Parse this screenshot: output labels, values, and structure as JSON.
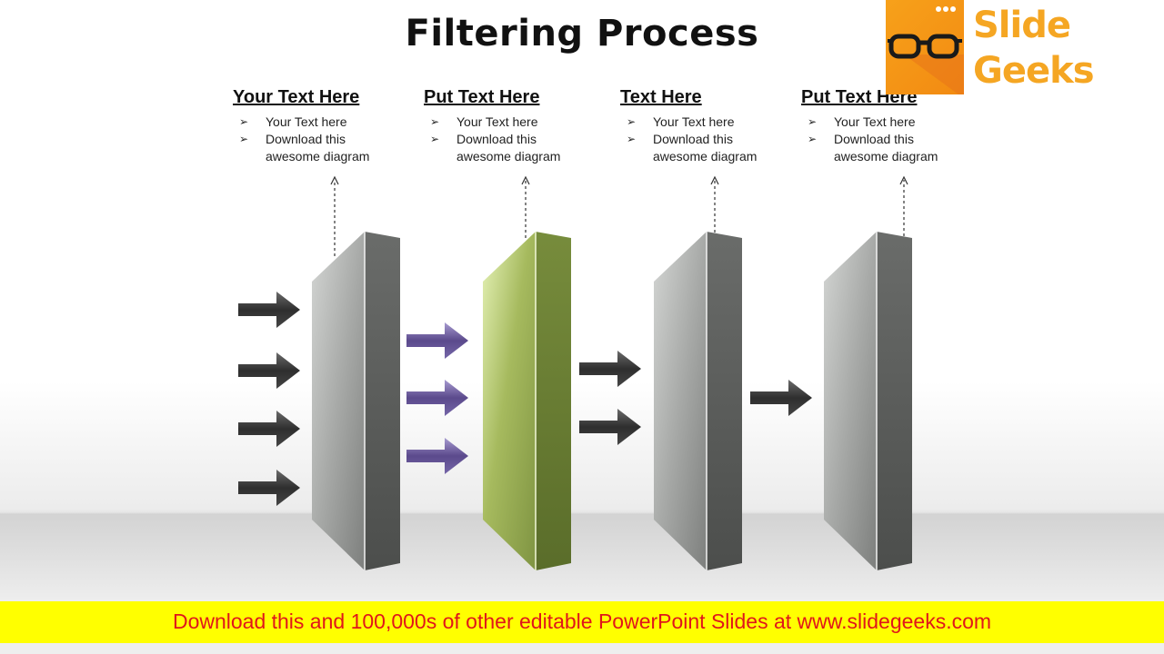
{
  "title": "Filtering Process",
  "columns": [
    {
      "heading": "Your Text Here",
      "bullet1": "Your Text here",
      "bullet2_line1": "Download this",
      "bullet2_line2": "awesome diagram"
    },
    {
      "heading": "Put Text Here",
      "bullet1": "Your Text here",
      "bullet2_line1": "Download this",
      "bullet2_line2": "awesome diagram"
    },
    {
      "heading": "Text Here",
      "bullet1": "Your Text here",
      "bullet2_line1": "Download this",
      "bullet2_line2": "awesome diagram"
    },
    {
      "heading": "Put Text Here",
      "bullet1": "Your Text here",
      "bullet2_line1": "Download this",
      "bullet2_line2": "awesome diagram"
    }
  ],
  "bullet_glyph": "➢",
  "logo": {
    "line1": "Slide",
    "line2": "Geeks",
    "brand_color": "#f5a623",
    "icon": "glasses-icon"
  },
  "banner_text": "Download this and 100,000s of other editable PowerPoint Slides at www.slidegeeks.com",
  "colors": {
    "banner_bg": "#ffff00",
    "banner_text": "#e0161b",
    "gray_panel": "#8a8c8a",
    "green_panel": "#8ea04a",
    "dark_arrow": "#3a3a3a",
    "purple_arrow": "#6a5a98"
  },
  "filter_stages": [
    {
      "panel": "gray",
      "arrows_in": 4,
      "arrow_color": "dark"
    },
    {
      "panel": "green",
      "arrows_in": 3,
      "arrow_color": "purple"
    },
    {
      "panel": "gray",
      "arrows_in": 2,
      "arrow_color": "dark"
    },
    {
      "panel": "gray",
      "arrows_in": 1,
      "arrow_color": "dark"
    }
  ]
}
